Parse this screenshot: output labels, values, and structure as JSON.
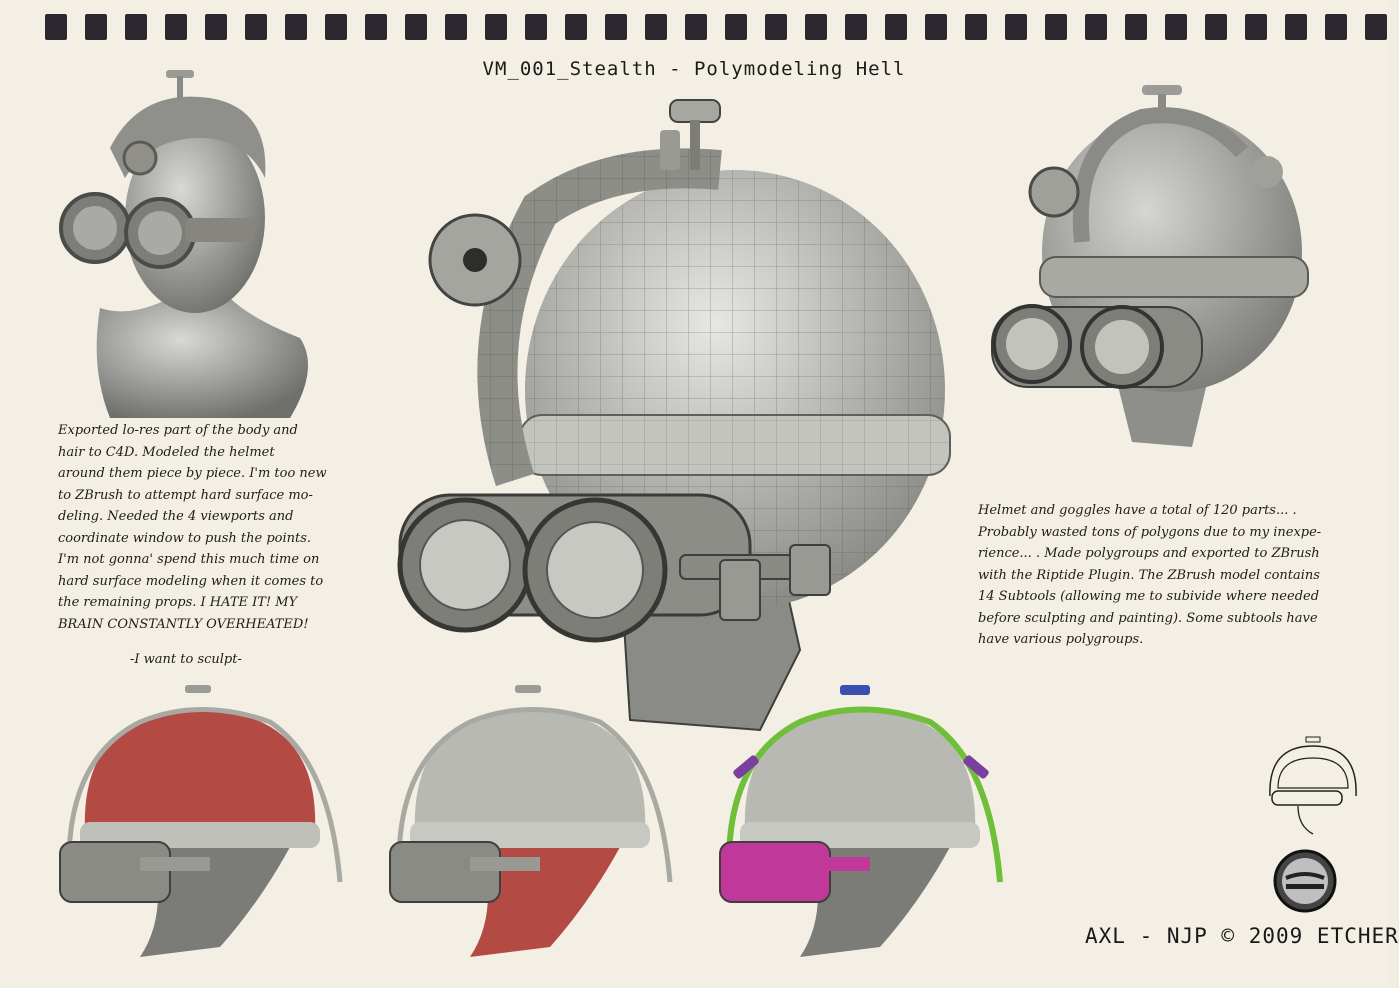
{
  "title": "VM_001_Stealth - Polymodeling Hell",
  "left_note": {
    "lines": [
      "Exported lo-res part of the body and",
      "hair to C4D. Modeled the helmet",
      "around them piece by piece. I'm too new",
      "to ZBrush to attempt hard surface mo-",
      "deling. Needed the 4 viewports and",
      "coordinate window to push the points.",
      "I'm not gonna' spend this much time on",
      "hard surface modeling when it comes to",
      "the remaining props. I HATE IT! MY",
      "BRAIN CONSTANTLY OVERHEATED!"
    ]
  },
  "slogan": "-I want to sculpt-",
  "right_note": {
    "lines": [
      "Helmet and goggles have a total of 120 parts... .",
      "Probably wasted tons of polygons due to my inexpe-",
      "rience... . Made polygroups and exported to ZBrush",
      "with the Riptide Plugin. The ZBrush model contains",
      "14 Subtools (allowing me to subivide where needed",
      "before sculpting and painting). Some subtools have",
      "have various polygroups."
    ]
  },
  "credit": "AXL - NJP © 2009 ETCHER",
  "colors": {
    "paper": "#f4efe4",
    "ink": "#1e1c1c",
    "clay": "#b9b9b4",
    "mask_red": "#b34a43",
    "group_green": "#6fbf3a",
    "group_purple": "#7b3fa0",
    "group_magenta": "#c0399a",
    "group_blue": "#3a4fb0"
  },
  "icons": {
    "binding": "spiral-binding-holes",
    "logo": "round-emblem-logo",
    "sketch": "helmet-sketch-icon"
  }
}
